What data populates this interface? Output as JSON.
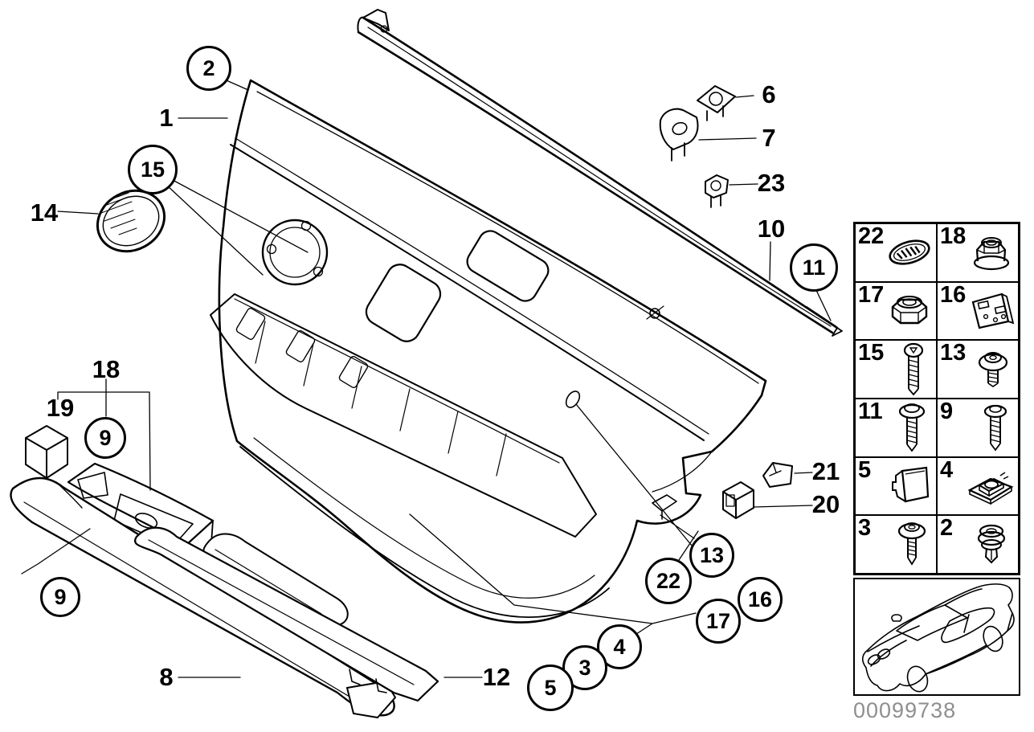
{
  "colors": {
    "line": "#000000",
    "part_number_text": "#8f8f8f",
    "background": "#ffffff"
  },
  "callouts": [
    {
      "label": "2",
      "shape": "circle"
    },
    {
      "label": "15",
      "shape": "circle"
    },
    {
      "label": "9",
      "shape": "circle"
    },
    {
      "label": "9",
      "shape": "circle"
    },
    {
      "label": "11",
      "shape": "circle"
    },
    {
      "label": "13",
      "shape": "circle"
    },
    {
      "label": "22",
      "shape": "circle"
    },
    {
      "label": "16",
      "shape": "circle"
    },
    {
      "label": "17",
      "shape": "circle"
    },
    {
      "label": "4",
      "shape": "circle"
    },
    {
      "label": "3",
      "shape": "circle"
    },
    {
      "label": "5",
      "shape": "circle"
    },
    {
      "label": "1",
      "shape": "plain"
    },
    {
      "label": "14",
      "shape": "plain"
    },
    {
      "label": "18",
      "shape": "plain"
    },
    {
      "label": "19",
      "shape": "plain"
    },
    {
      "label": "8",
      "shape": "plain"
    },
    {
      "label": "12",
      "shape": "plain"
    },
    {
      "label": "6",
      "shape": "plain"
    },
    {
      "label": "7",
      "shape": "plain"
    },
    {
      "label": "23",
      "shape": "plain"
    },
    {
      "label": "10",
      "shape": "plain"
    },
    {
      "label": "21",
      "shape": "plain"
    },
    {
      "label": "20",
      "shape": "plain"
    }
  ],
  "parts_table": {
    "cells": [
      {
        "label": "22",
        "icon": "emblem"
      },
      {
        "label": "18",
        "icon": "flange-nut"
      },
      {
        "label": "17",
        "icon": "lock-nut"
      },
      {
        "label": "16",
        "icon": "retaining-plate"
      },
      {
        "label": "15",
        "icon": "torx-screw-long"
      },
      {
        "label": "13",
        "icon": "washer-head-screw"
      },
      {
        "label": "11",
        "icon": "pan-head-screw"
      },
      {
        "label": "9",
        "icon": "pan-head-screw-small"
      },
      {
        "label": "5",
        "icon": "cover-cap"
      },
      {
        "label": "4",
        "icon": "cage-nut"
      },
      {
        "label": "3",
        "icon": "washer-screw-short"
      },
      {
        "label": "2",
        "icon": "expansion-rivet"
      }
    ]
  },
  "vehicle_thumbnail": {
    "name": "sedan-three-quarter-view"
  },
  "footer": {
    "part_number": "00099738"
  }
}
